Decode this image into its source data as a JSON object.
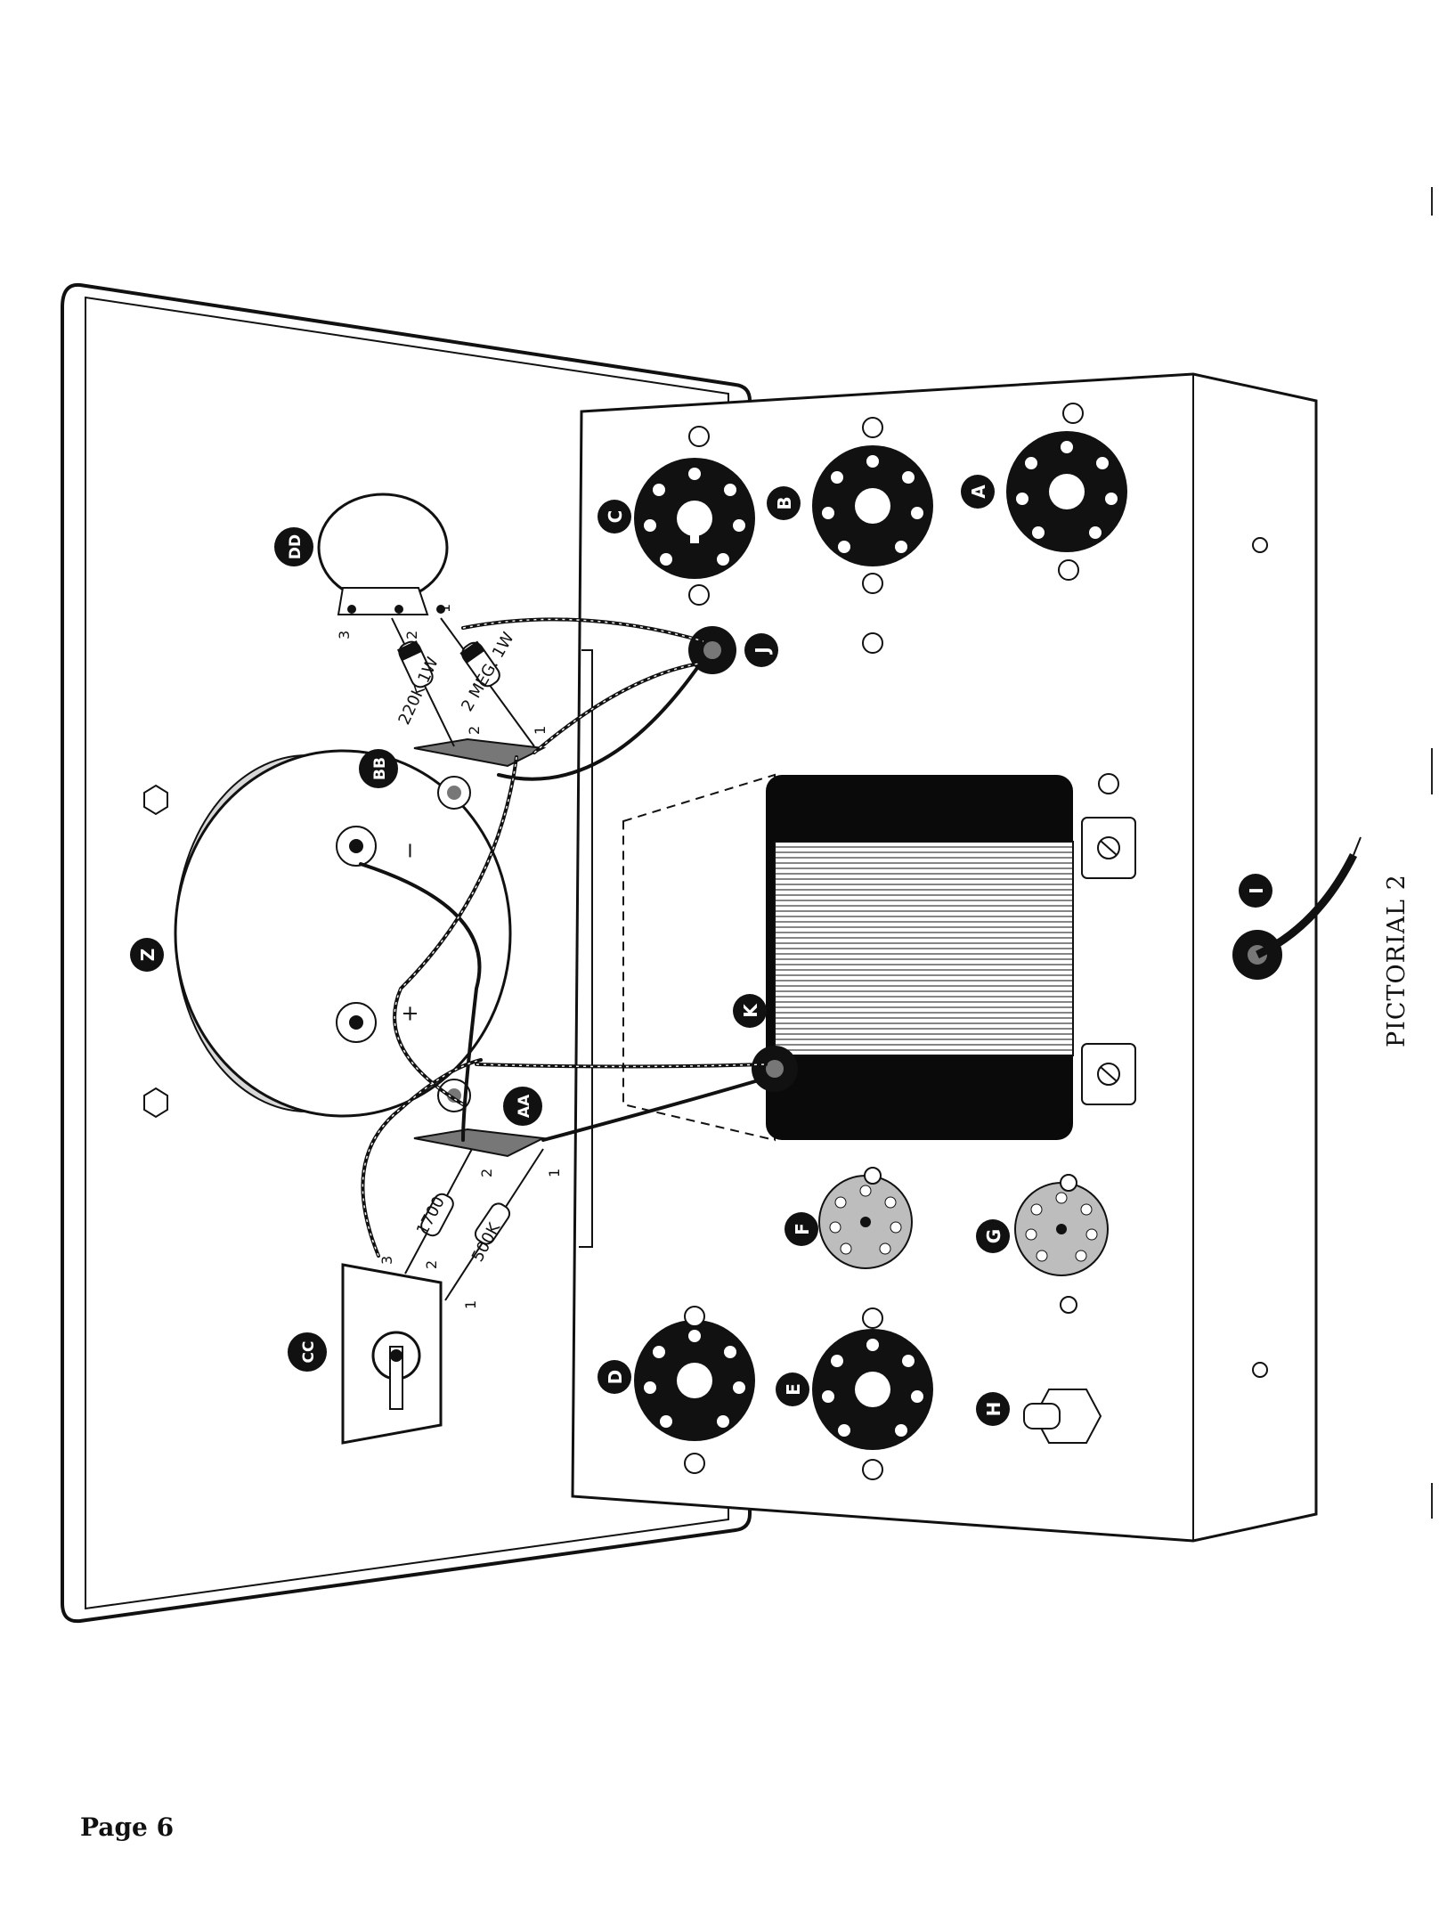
{
  "page": {
    "number_label": "Page 6",
    "caption": "PICTORIAL 2"
  },
  "callouts": {
    "A": "A",
    "B": "B",
    "C": "C",
    "D": "D",
    "E": "E",
    "F": "F",
    "G": "G",
    "H": "H",
    "I": "I",
    "J": "J",
    "K": "K",
    "Z": "Z",
    "AA": "AA",
    "BB": "BB",
    "CC": "CC",
    "DD": "DD"
  },
  "component_values": {
    "r_220k": "220K 1W",
    "r_2meg": "2 MEG. 1W",
    "r_1700": "1700",
    "r_500k": "500K"
  },
  "terminals": {
    "bb_1": "1",
    "bb_2": "2",
    "aa_1": "1",
    "aa_2": "2",
    "dd_1": "1",
    "dd_2": "2",
    "dd_3": "3",
    "cc_1": "1",
    "cc_2": "2",
    "cc_3": "3"
  },
  "polarity": {
    "plus": "+",
    "minus": "−"
  }
}
